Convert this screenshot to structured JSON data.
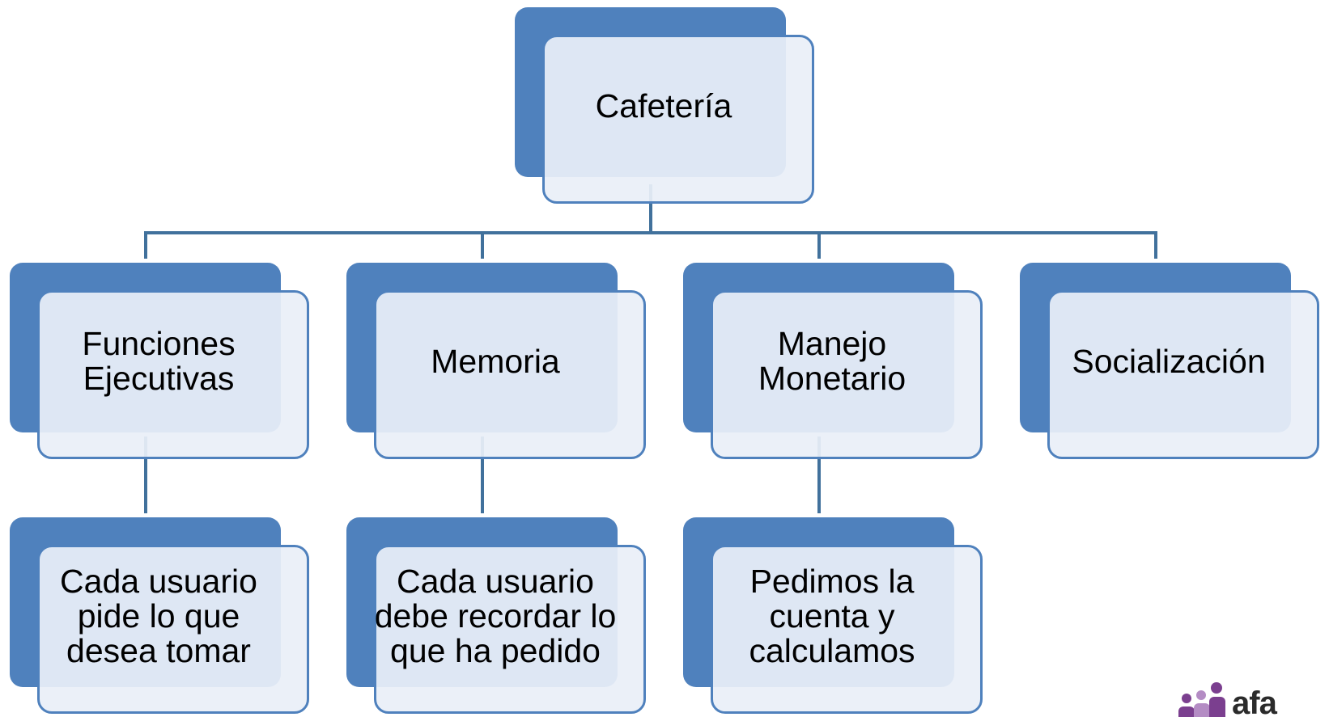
{
  "diagram": {
    "root": {
      "label": "Cafetería"
    },
    "categories": [
      {
        "label": "Funciones Ejecutivas",
        "detail": "Cada usuario pide lo que desea tomar"
      },
      {
        "label": "Memoria",
        "detail": "Cada usuario debe recordar lo que ha pedido"
      },
      {
        "label": "Manejo Monetario",
        "detail": "Pedimos la cuenta y calculamos"
      },
      {
        "label": "Socialización",
        "detail": ""
      }
    ]
  },
  "logo": {
    "text": "afa"
  },
  "colors": {
    "accent": "#4f81bd",
    "connector": "#41719c",
    "fill": "#e9eff7",
    "logo": "#7b3f8f"
  }
}
